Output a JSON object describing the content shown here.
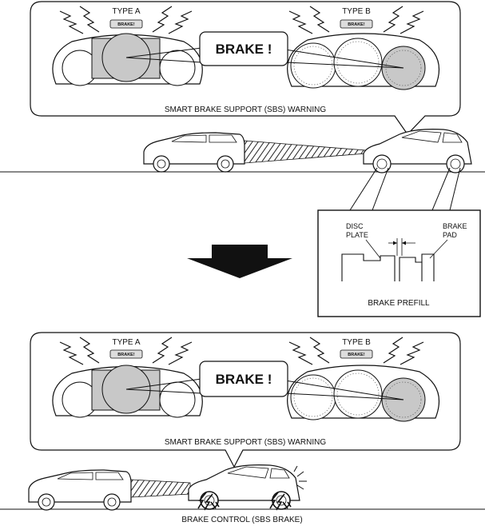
{
  "warning_panel": {
    "type_a_label": "TYPE A",
    "type_b_label": "TYPE B",
    "brake_message": "BRAKE !",
    "indicator_text": "BRAKE!",
    "caption": "SMART BRAKE SUPPORT (SBS) WARNING"
  },
  "prefill_inset": {
    "disc_plate_label": [
      "DISC",
      "PLATE"
    ],
    "brake_pad_label": [
      "BRAKE",
      "PAD"
    ],
    "caption": "BRAKE PREFILL"
  },
  "bottom_caption": "BRAKE CONTROL (SBS BRAKE)"
}
